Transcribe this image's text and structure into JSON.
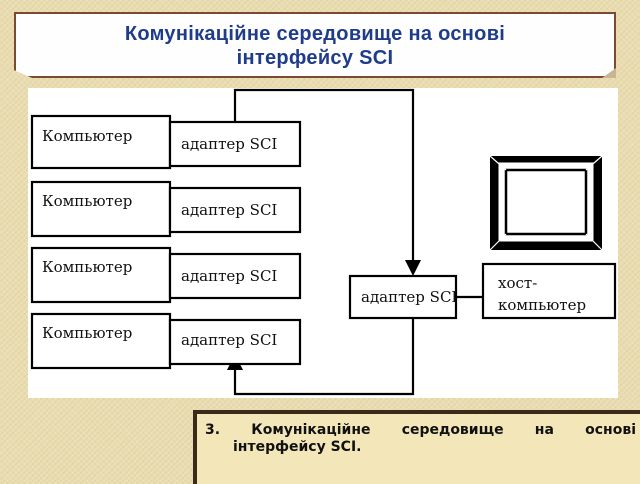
{
  "title": {
    "line1": "Комунікаційне середовище на основі",
    "line2": "інтерфейсу SCI"
  },
  "diagram": {
    "nodes": [
      {
        "id": "computer-1",
        "label": "Компьютер"
      },
      {
        "id": "computer-2",
        "label": "Компьютер"
      },
      {
        "id": "computer-3",
        "label": "Компьютер"
      },
      {
        "id": "computer-4",
        "label": "Компьютер"
      },
      {
        "id": "adapter-1",
        "label": "адаптер SCI"
      },
      {
        "id": "adapter-2",
        "label": "адаптер SCI"
      },
      {
        "id": "adapter-3",
        "label": "адаптер SCI"
      },
      {
        "id": "adapter-4",
        "label": "адаптер SCI"
      },
      {
        "id": "host-adapter",
        "label": "адаптер SCI"
      },
      {
        "id": "host-computer",
        "label_line1": "хост-",
        "label_line2": "компьютер"
      }
    ],
    "icons": [
      "monitor-icon"
    ]
  },
  "caption": {
    "line1": "3.  Комунікаційне  середовище  на  основі",
    "line2": "інтерфейсу SCI."
  }
}
